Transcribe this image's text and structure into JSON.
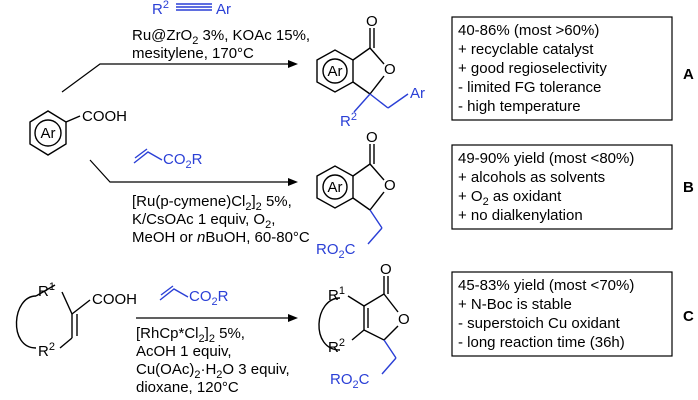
{
  "start_material": {
    "ring": "Ar",
    "group": "COOH"
  },
  "routes": [
    {
      "id": "A",
      "label": "A",
      "reagent": {
        "r2": "R",
        "r2_sup": "2",
        "ar": "Ar"
      },
      "conditions": [
        "Ru@ZrO",
        "2",
        " 3%, KOAc 15%,",
        "mesitylene, 170°C"
      ],
      "product": {
        "ring": "Ar",
        "o1": "O",
        "o2": "O",
        "r2": "R",
        "r2_sup": "2",
        "ar": "Ar"
      },
      "notes": [
        "40-86% (most >60%)",
        "+ recyclable catalyst",
        "+ good regioselectivity",
        "- limited FG tolerance",
        "- high temperature"
      ]
    },
    {
      "id": "B",
      "label": "B",
      "reagent": {
        "group": "CO",
        "sub": "2",
        "r": "R"
      },
      "conditions": [
        "[Ru(p-cymene)Cl",
        "2",
        "]",
        "2",
        " 5%,",
        "K/CsOAc 1 equiv, O",
        "2",
        ",",
        "MeOH or ",
        "n",
        "BuOH, 60-80°C"
      ],
      "product": {
        "ring": "Ar",
        "o1": "O",
        "o2": "O",
        "ester_ro": "RO",
        "ester_sub": "2",
        "ester_c": "C"
      },
      "notes": [
        "49-90% yield (most <80%)",
        "+ alcohols as solvents",
        "+ O",
        "2",
        " as oxidant",
        "+ no dialkenylation"
      ]
    },
    {
      "id": "C",
      "label": "C",
      "start": {
        "r1": "R",
        "r1_sup": "1",
        "r2": "R",
        "r2_sup": "2",
        "group": "COOH"
      },
      "reagent": {
        "group": "CO",
        "sub": "2",
        "r": "R"
      },
      "conditions": [
        "[RhCp*Cl",
        "2",
        "]",
        "2",
        " 5%,",
        "AcOH 1 equiv,",
        "Cu(OAc)",
        "2",
        "·H",
        "2",
        "O 3 equiv,",
        "dioxane, 120°C"
      ],
      "product": {
        "r1": "R",
        "r1_sup": "1",
        "r2": "R",
        "r2_sup": "2",
        "o1": "O",
        "o2": "O",
        "ester_ro": "RO",
        "ester_sub": "2",
        "ester_c": "C"
      },
      "notes": [
        "45-83% yield (most <70%)",
        "+ N-Boc is stable",
        "- superstoich Cu oxidant",
        "- long reaction time (36h)"
      ]
    }
  ],
  "colors": {
    "ink": "#000000",
    "reagent": "#2a3fd6"
  }
}
